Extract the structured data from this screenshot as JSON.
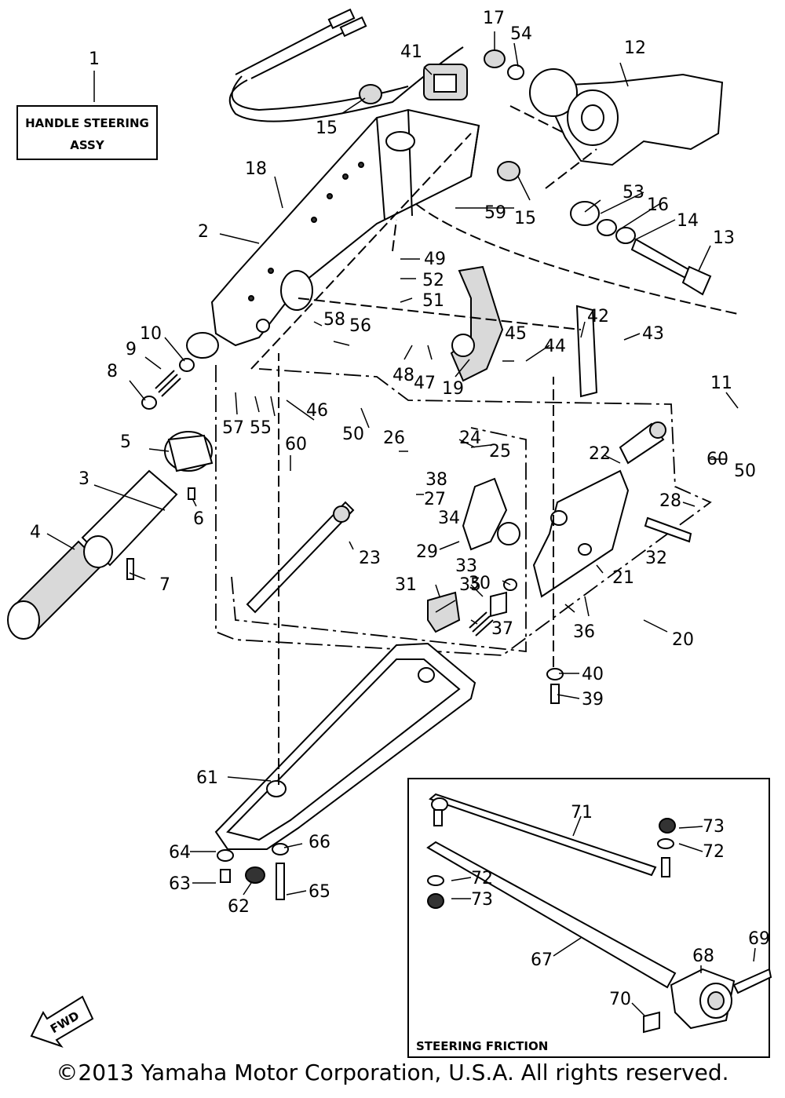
{
  "header_box": {
    "line1": "HANDLE STEERING",
    "line2": "ASSY"
  },
  "inset_title": "STEERING FRICTION",
  "fwd_label": "FWD",
  "copyright": "©2013 Yamaha Motor Corporation, U.S.A. All rights reserved.",
  "callouts": {
    "c1": "1",
    "c2": "2",
    "c3": "3",
    "c4": "4",
    "c5": "5",
    "c6": "6",
    "c7": "7",
    "c8": "8",
    "c9": "9",
    "c10": "10",
    "c11": "11",
    "c12": "12",
    "c13": "13",
    "c14": "14",
    "c15a": "15",
    "c15b": "15",
    "c16": "16",
    "c17": "17",
    "c18": "18",
    "c19": "19",
    "c20": "20",
    "c21": "21",
    "c22": "22",
    "c23": "23",
    "c24": "24",
    "c25": "25",
    "c26": "26",
    "c27": "27",
    "c28": "28",
    "c29": "29",
    "c30": "30",
    "c31": "31",
    "c32": "32",
    "c33": "33",
    "c34": "34",
    "c35": "35",
    "c36": "36",
    "c37": "37",
    "c38": "38",
    "c39": "39",
    "c40": "40",
    "c41": "41",
    "c42": "42",
    "c43": "43",
    "c44": "44",
    "c45": "45",
    "c46": "46",
    "c47": "47",
    "c48": "48",
    "c49": "49",
    "c50a": "50",
    "c50b": "50",
    "c51": "51",
    "c52": "52",
    "c53": "53",
    "c54": "54",
    "c55": "55",
    "c56": "56",
    "c57": "57",
    "c58": "58",
    "c59": "59",
    "c60a": "60",
    "c60b": "60",
    "c61": "61",
    "c62": "62",
    "c63": "63",
    "c64": "64",
    "c65": "65",
    "c66": "66",
    "c67": "67",
    "c68": "68",
    "c69": "69",
    "c70": "70",
    "c71": "71",
    "c72a": "72",
    "c72b": "72",
    "c73a": "73",
    "c73b": "73"
  }
}
